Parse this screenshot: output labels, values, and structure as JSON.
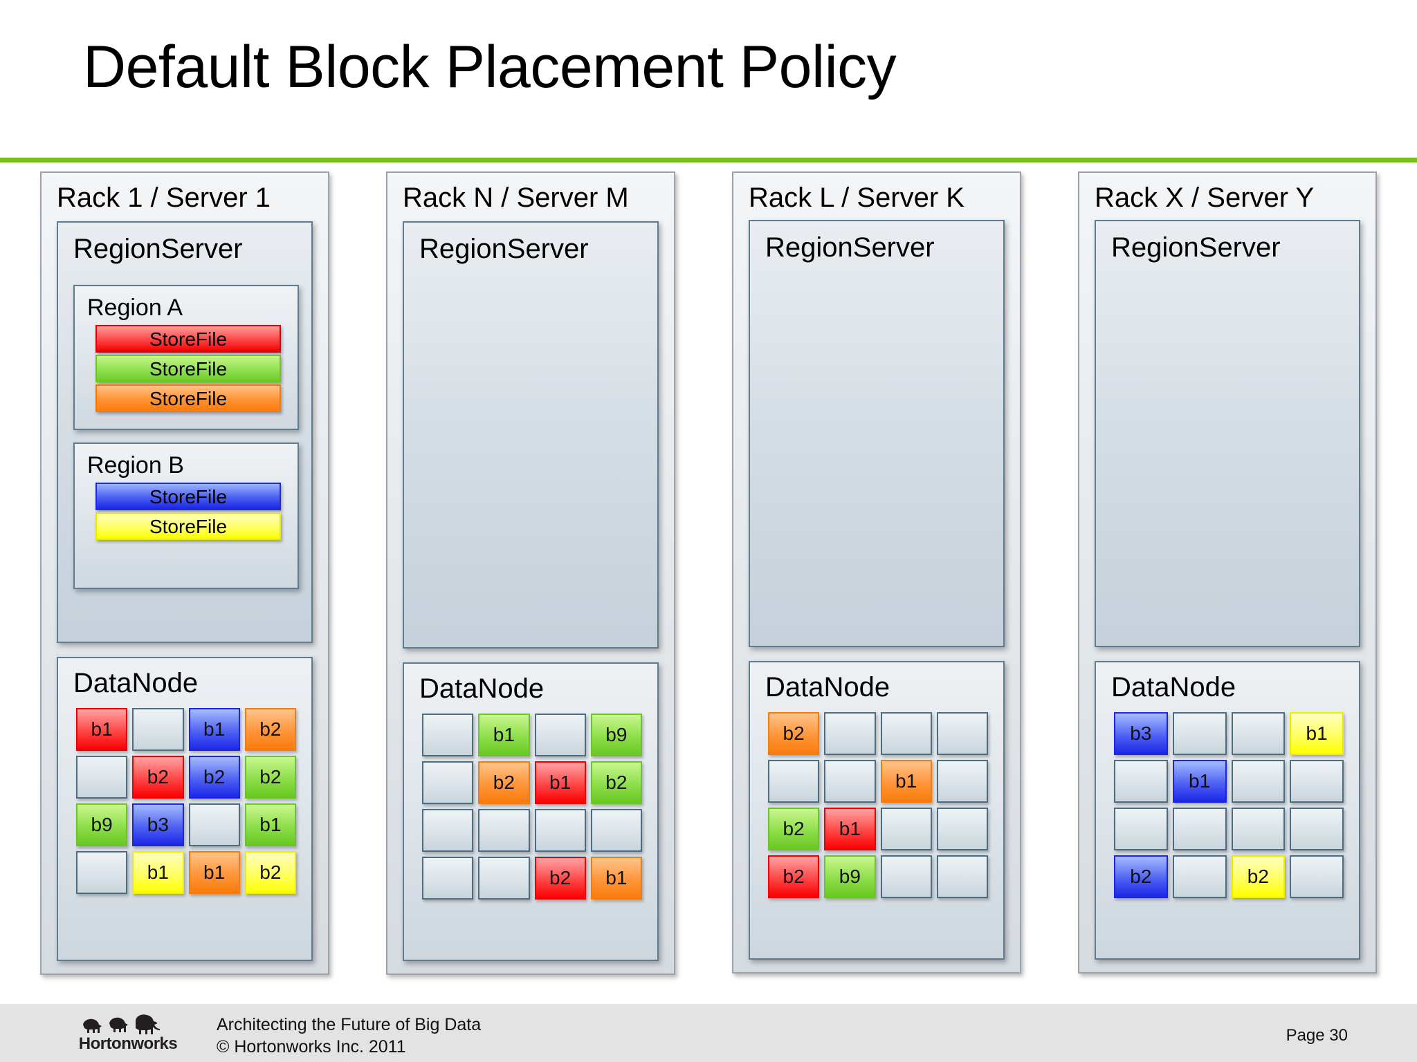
{
  "slide": {
    "title": "Default Block Placement Policy",
    "accent_color": "#78bc1e",
    "page_label": "Page 30"
  },
  "footer": {
    "logo_text": "Hortonworks",
    "logo_icon": "three-elephants-icon",
    "tagline": "Architecting the Future of Big Data",
    "copyright": "© Hortonworks Inc. 2011"
  },
  "racks": [
    {
      "title": "Rack 1 / Server 1",
      "regionserver": {
        "label": "RegionServer",
        "regions": [
          {
            "label": "Region A",
            "storefiles": [
              {
                "label": "StoreFile",
                "color": "red"
              },
              {
                "label": "StoreFile",
                "color": "green"
              },
              {
                "label": "StoreFile",
                "color": "orange"
              }
            ]
          },
          {
            "label": "Region B",
            "storefiles": [
              {
                "label": "StoreFile",
                "color": "blue"
              },
              {
                "label": "StoreFile",
                "color": "yellow"
              }
            ]
          }
        ]
      },
      "datanode": {
        "label": "DataNode",
        "blocks": [
          {
            "label": "b1",
            "color": "red"
          },
          {
            "label": "",
            "color": "empty"
          },
          {
            "label": "b1",
            "color": "blue"
          },
          {
            "label": "b2",
            "color": "orange"
          },
          {
            "label": "",
            "color": "empty"
          },
          {
            "label": "b2",
            "color": "red"
          },
          {
            "label": "b2",
            "color": "blue"
          },
          {
            "label": "b2",
            "color": "green"
          },
          {
            "label": "b9",
            "color": "green"
          },
          {
            "label": "b3",
            "color": "blue"
          },
          {
            "label": "",
            "color": "empty"
          },
          {
            "label": "b1",
            "color": "green"
          },
          {
            "label": "",
            "color": "empty"
          },
          {
            "label": "b1",
            "color": "yellow"
          },
          {
            "label": "b1",
            "color": "orange"
          },
          {
            "label": "b2",
            "color": "yellow"
          }
        ]
      }
    },
    {
      "title": "Rack N / Server M",
      "regionserver": {
        "label": "RegionServer",
        "regions": []
      },
      "datanode": {
        "label": "DataNode",
        "blocks": [
          {
            "label": "",
            "color": "empty"
          },
          {
            "label": "b1",
            "color": "green"
          },
          {
            "label": "",
            "color": "empty"
          },
          {
            "label": "b9",
            "color": "green"
          },
          {
            "label": "",
            "color": "empty"
          },
          {
            "label": "b2",
            "color": "orange"
          },
          {
            "label": "b1",
            "color": "red"
          },
          {
            "label": "b2",
            "color": "green"
          },
          {
            "label": "",
            "color": "empty"
          },
          {
            "label": "",
            "color": "empty"
          },
          {
            "label": "",
            "color": "empty"
          },
          {
            "label": "",
            "color": "empty"
          },
          {
            "label": "",
            "color": "empty"
          },
          {
            "label": "",
            "color": "empty"
          },
          {
            "label": "b2",
            "color": "red"
          },
          {
            "label": "b1",
            "color": "orange"
          }
        ]
      }
    },
    {
      "title": "Rack L / Server K",
      "regionserver": {
        "label": "RegionServer",
        "regions": []
      },
      "datanode": {
        "label": "DataNode",
        "blocks": [
          {
            "label": "b2",
            "color": "orange"
          },
          {
            "label": "",
            "color": "empty"
          },
          {
            "label": "",
            "color": "empty"
          },
          {
            "label": "",
            "color": "empty"
          },
          {
            "label": "",
            "color": "empty"
          },
          {
            "label": "",
            "color": "empty"
          },
          {
            "label": "b1",
            "color": "orange"
          },
          {
            "label": "",
            "color": "empty"
          },
          {
            "label": "b2",
            "color": "green"
          },
          {
            "label": "b1",
            "color": "red"
          },
          {
            "label": "",
            "color": "empty"
          },
          {
            "label": "",
            "color": "empty"
          },
          {
            "label": "b2",
            "color": "red"
          },
          {
            "label": "b9",
            "color": "green"
          },
          {
            "label": "",
            "color": "empty"
          },
          {
            "label": "",
            "color": "empty"
          }
        ]
      }
    },
    {
      "title": "Rack X / Server Y",
      "regionserver": {
        "label": "RegionServer",
        "regions": []
      },
      "datanode": {
        "label": "DataNode",
        "blocks": [
          {
            "label": "b3",
            "color": "blue"
          },
          {
            "label": "",
            "color": "empty"
          },
          {
            "label": "",
            "color": "empty"
          },
          {
            "label": "b1",
            "color": "yellow"
          },
          {
            "label": "",
            "color": "empty"
          },
          {
            "label": "b1",
            "color": "blue"
          },
          {
            "label": "",
            "color": "empty"
          },
          {
            "label": "",
            "color": "empty"
          },
          {
            "label": "",
            "color": "empty"
          },
          {
            "label": "",
            "color": "empty"
          },
          {
            "label": "",
            "color": "empty"
          },
          {
            "label": "",
            "color": "empty"
          },
          {
            "label": "b2",
            "color": "blue"
          },
          {
            "label": "",
            "color": "empty"
          },
          {
            "label": "b2",
            "color": "yellow"
          },
          {
            "label": "",
            "color": "empty"
          }
        ]
      }
    }
  ]
}
